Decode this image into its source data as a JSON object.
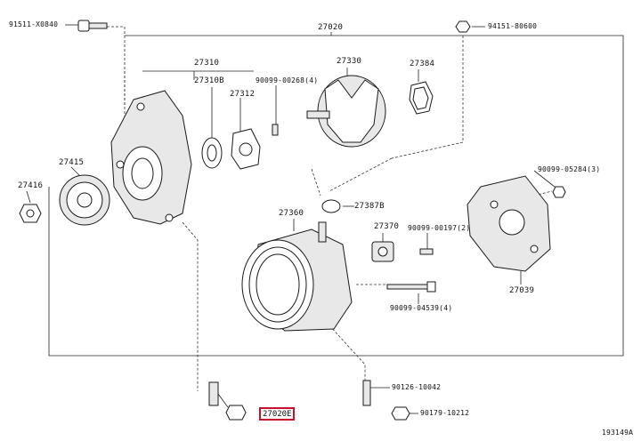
{
  "labels": {
    "l_91511": "91511-X0840",
    "l_27020": "27020",
    "l_94151": "94151-80600",
    "l_27310": "27310",
    "l_27310b": "27310B",
    "l_27312": "27312",
    "l_90099_268": "90099-00268(4)",
    "l_27330": "27330",
    "l_27384": "27384",
    "l_27415": "27415",
    "l_27416": "27416",
    "l_90099_284": "90099-05284(3)",
    "l_27387b": "27387B",
    "l_27360": "27360",
    "l_27370": "27370",
    "l_90099_197": "90099-00197(2)",
    "l_27039": "27039",
    "l_90099_453": "90099-04539(4)",
    "l_90126": "90126-10042",
    "l_90179": "90179-10212",
    "l_27020e": "27020E",
    "l_ref": "193149A"
  },
  "colors": {
    "highlight": "#c8102e",
    "line": "#222222"
  }
}
